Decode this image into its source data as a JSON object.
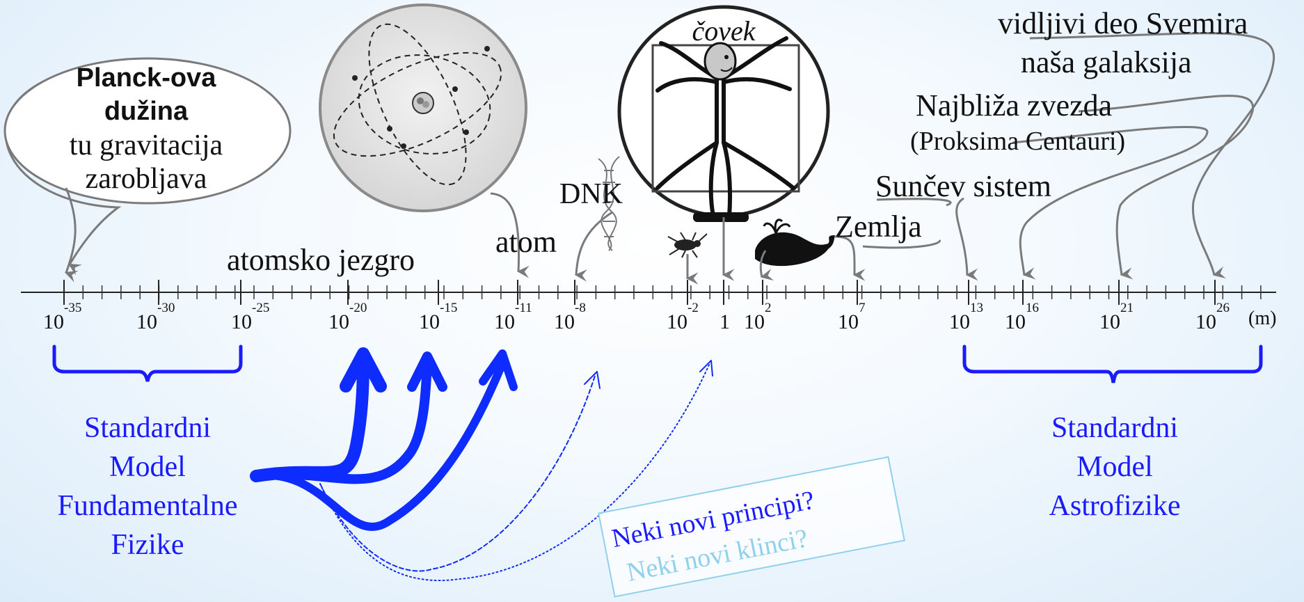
{
  "axis": {
    "unit": "(m)",
    "ticks": [
      {
        "base": "10",
        "exp": "-35"
      },
      {
        "base": "10",
        "exp": "-30"
      },
      {
        "base": "10",
        "exp": "-25"
      },
      {
        "base": "10",
        "exp": "-20"
      },
      {
        "base": "10",
        "exp": "-15"
      },
      {
        "base": "10",
        "exp": "-11"
      },
      {
        "base": "10",
        "exp": "-8"
      },
      {
        "base": "10",
        "exp": "-2"
      },
      {
        "base": "1",
        "exp": ""
      },
      {
        "base": "10",
        "exp": "2"
      },
      {
        "base": "10",
        "exp": "7"
      },
      {
        "base": "10",
        "exp": "13"
      },
      {
        "base": "10",
        "exp": "16"
      },
      {
        "base": "10",
        "exp": "21"
      },
      {
        "base": "10",
        "exp": "26"
      }
    ]
  },
  "labels": {
    "planck_title_1": "Planck-ova",
    "planck_title_2": "dužina",
    "planck_sub_1": "tu gravitacija",
    "planck_sub_2": "zarobljava",
    "atomsko_jezgro": "atomsko jezgro",
    "atom": "atom",
    "dnk": "DNK",
    "covek": "čovek",
    "zemlja": "Zemlja",
    "suncev_sistem": "Sunčev sistem",
    "najbliza_zvezda": "Najbliža zvezda",
    "proksima": "(Proksima Centauri)",
    "nasa_galaksija": "naša galaksija",
    "vidljivi_deo": "vidljivi deo Svemira"
  },
  "left_model": [
    "Standardni",
    "Model",
    "Fundamentalne",
    "Fizike"
  ],
  "right_model": [
    "Standardni",
    "Model",
    "Astrofizike"
  ],
  "questions": {
    "q1": "Neki novi principi?",
    "q2": "Neki novi klinci?"
  },
  "colors": {
    "model_blue": "#1a1aff",
    "arrow_blue": "#0f2cff",
    "question_light": "#8fd0ec",
    "axis": "#222222",
    "pointer_gray": "#808080"
  }
}
